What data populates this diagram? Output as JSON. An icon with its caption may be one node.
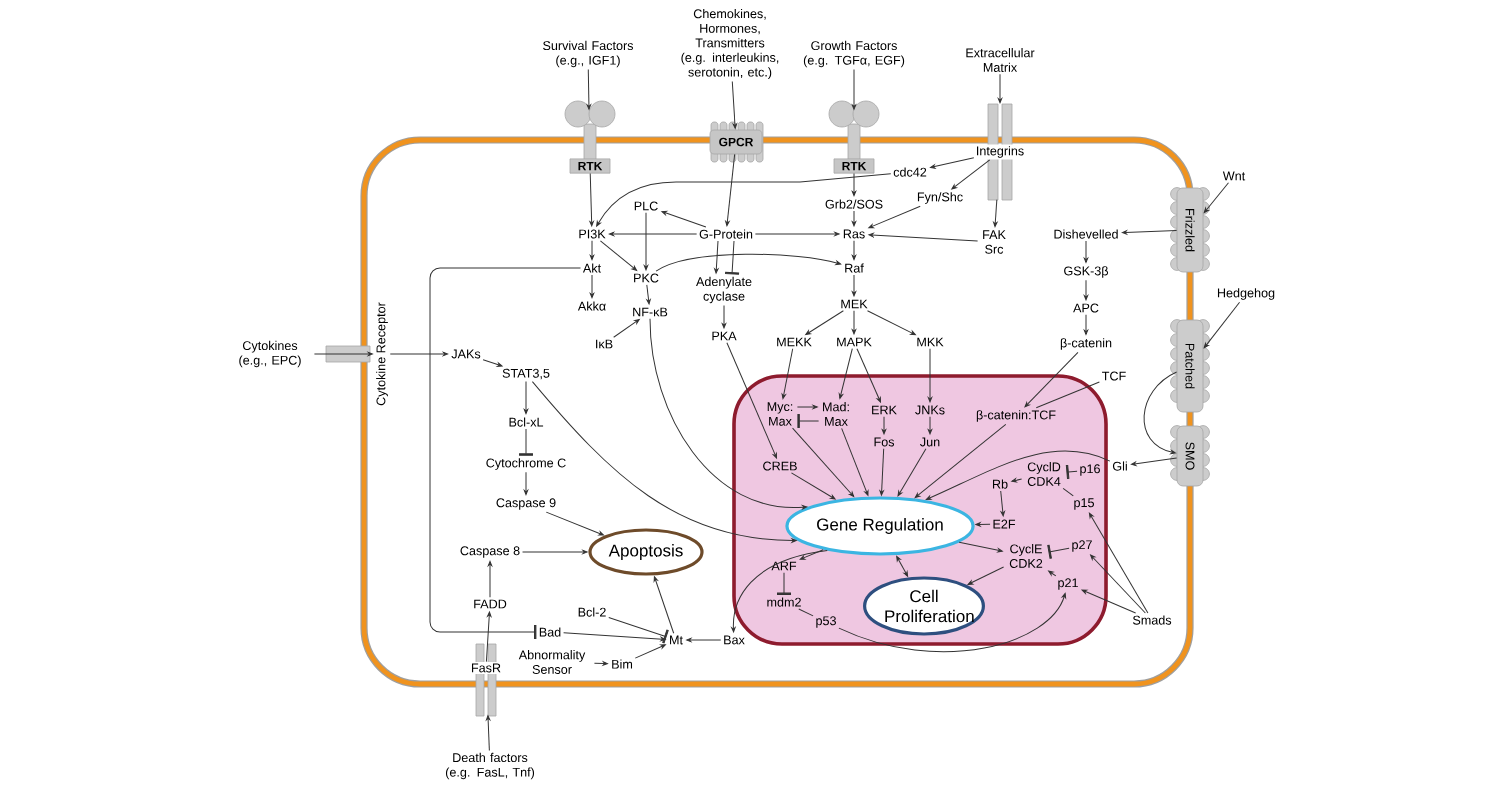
{
  "diagram": {
    "nodes": [
      {
        "text": [],
        "shape": "box"
      },
      {
        "text": [],
        "shape": "box",
        "in": 0
      },
      {
        "text": [
          "Survival Factors (e.g., IGF1)"
        ]
      },
      {
        "text": [
          "Chemokines, Hormones, Transmitters (e.g. interleukins, serotonin, etc.)"
        ]
      },
      {
        "text": [
          "Growth Factors (e.g. TGFα, EGF)"
        ]
      },
      {
        "text": [
          "Extracellular Matrix"
        ]
      },
      {
        "text": [
          "Wnt"
        ]
      },
      {
        "text": [
          "Hedgehog"
        ]
      },
      {
        "text": [
          "Cytokines (e.g., EPC)"
        ]
      },
      {
        "text": [
          "Death factors (e.g. FasL, Tnf)"
        ]
      },
      {
        "text": [
          "RTK"
        ]
      },
      {
        "text": [
          "GPCR"
        ]
      },
      {
        "text": [
          "RTK"
        ]
      },
      {
        "text": [
          "Integrins"
        ]
      },
      {
        "text": [
          "Frizzled"
        ]
      },
      {
        "text": [
          "Patched"
        ]
      },
      {
        "text": [
          "SMO"
        ]
      },
      {
        "text": [
          "Cytokine Receptor"
        ]
      },
      {
        "text": [
          "FasR"
        ]
      },
      {
        "text": [
          "cdc42"
        ],
        "in": 0
      },
      {
        "text": [
          "PLC"
        ],
        "in": 0
      },
      {
        "text": [
          "PI3K"
        ],
        "in": 0
      },
      {
        "text": [
          "G-Protein"
        ],
        "in": 0
      },
      {
        "text": [
          "Grb2/SOS"
        ],
        "in": 0
      },
      {
        "text": [
          "Fyn/Shc"
        ],
        "in": 0
      },
      {
        "text": [
          "Ras"
        ],
        "in": 0
      },
      {
        "text": [
          "FAK Src"
        ],
        "in": 0
      },
      {
        "text": [
          "Akt"
        ],
        "in": 0
      },
      {
        "text": [
          "PKC"
        ],
        "in": 0
      },
      {
        "text": [
          "Adenylate cyclase"
        ],
        "in": 0
      },
      {
        "text": [
          "Raf"
        ],
        "in": 0
      },
      {
        "text": [
          "Akkα"
        ],
        "in": 0
      },
      {
        "text": [
          "NF-κB"
        ],
        "in": 0
      },
      {
        "text": [
          "IκB"
        ],
        "in": 0
      },
      {
        "text": [
          "PKA"
        ],
        "in": 0
      },
      {
        "text": [
          "MEK"
        ],
        "in": 0
      },
      {
        "text": [
          "Dishevelled"
        ],
        "in": 0
      },
      {
        "text": [
          "GSK-3β"
        ],
        "in": 0
      },
      {
        "text": [
          "APC"
        ],
        "in": 0
      },
      {
        "text": [
          "β-catenin"
        ],
        "in": 0
      },
      {
        "text": [
          "MEKK"
        ],
        "in": 0
      },
      {
        "text": [
          "MAPK"
        ],
        "in": 0
      },
      {
        "text": [
          "MKK"
        ],
        "in": 0
      },
      {
        "text": [
          "TCF"
        ],
        "in": 0
      },
      {
        "text": [
          "JAKs"
        ],
        "in": 0
      },
      {
        "text": [
          "STAT3,5"
        ],
        "in": 0
      },
      {
        "text": [
          "Bcl-xL"
        ],
        "in": 0
      },
      {
        "text": [
          "Cytochrome C"
        ],
        "in": 0
      },
      {
        "text": [
          "Caspase 9"
        ],
        "in": 0
      },
      {
        "text": [
          "Caspase 8"
        ],
        "in": 0
      },
      {
        "text": [
          "Apoptosis"
        ],
        "in": 0
      },
      {
        "text": [
          "FADD"
        ],
        "in": 0
      },
      {
        "text": [
          "Bcl-2"
        ],
        "in": 0
      },
      {
        "text": [
          "Bad"
        ],
        "in": 0
      },
      {
        "text": [
          "Mt"
        ],
        "in": 0
      },
      {
        "text": [
          "Abnormality Sensor"
        ],
        "in": 0
      },
      {
        "text": [
          "Bim"
        ],
        "in": 0
      },
      {
        "text": [
          "Bax"
        ],
        "in": 0
      },
      {
        "text": [
          "Gli"
        ],
        "in": 0
      },
      {
        "text": [
          "Smads"
        ],
        "in": 0
      },
      {
        "text": [
          "Myc: Max"
        ],
        "in": 1
      },
      {
        "text": [
          "Mad: Max"
        ],
        "in": 1
      },
      {
        "text": [
          "ERK"
        ],
        "in": 1
      },
      {
        "text": [
          "JNKs"
        ],
        "in": 1
      },
      {
        "text": [
          "β-catenin:TCF"
        ],
        "in": 1
      },
      {
        "text": [
          "Fos"
        ],
        "in": 1
      },
      {
        "text": [
          "Jun"
        ],
        "in": 1
      },
      {
        "text": [
          "CREB"
        ],
        "in": 1
      },
      {
        "text": [
          "CyclD CDK4"
        ],
        "in": 1
      },
      {
        "text": [
          "p16"
        ],
        "in": 1
      },
      {
        "text": [
          "Rb"
        ],
        "in": 1
      },
      {
        "text": [
          "p15"
        ],
        "in": 1
      },
      {
        "text": [
          "Gene Regulation"
        ],
        "in": 1
      },
      {
        "text": [
          "E2F"
        ],
        "in": 1
      },
      {
        "text": [
          "CyclE CDK2"
        ],
        "in": 1
      },
      {
        "text": [
          "p27"
        ],
        "in": 1
      },
      {
        "text": [
          "ARF"
        ],
        "in": 1
      },
      {
        "text": [
          "p21"
        ],
        "in": 1
      },
      {
        "text": [
          "Cell Proliferation"
        ],
        "in": 1
      },
      {
        "text": [
          "mdm2"
        ],
        "in": 1
      },
      {
        "text": [
          "p53"
        ],
        "in": 1
      }
    ],
    "edges": [
      {
        "from": 2,
        "to": 10,
        "arrow": "to"
      },
      {
        "from": 3,
        "to": 11,
        "arrow": "to"
      },
      {
        "from": 4,
        "to": 12,
        "arrow": "to"
      },
      {
        "from": 5,
        "to": 13,
        "arrow": "to"
      },
      {
        "from": 6,
        "to": 14,
        "arrow": "to"
      },
      {
        "from": 7,
        "to": 15,
        "arrow": "to"
      },
      {
        "from": 8,
        "to": 17,
        "arrow": "to"
      },
      {
        "from": 9,
        "to": 18,
        "arrow": "to"
      },
      {
        "from": 17,
        "to": 44,
        "arrow": "to"
      },
      {
        "from": 44,
        "to": 45,
        "arrow": "to"
      },
      {
        "from": 10,
        "to": 21,
        "arrow": "to"
      },
      {
        "from": 11,
        "to": 22,
        "arrow": "to"
      },
      {
        "from": 22,
        "to": 20,
        "arrow": "to"
      },
      {
        "from": 22,
        "to": 21,
        "arrow": "to"
      },
      {
        "from": 20,
        "to": 28,
        "arrow": "to"
      },
      {
        "from": 21,
        "to": 28,
        "arrow": "to"
      },
      {
        "from": 21,
        "to": 27,
        "arrow": "to"
      },
      {
        "from": 27,
        "to": 31,
        "arrow": "to"
      },
      {
        "from": 28,
        "to": 32,
        "arrow": "to"
      },
      {
        "from": 33,
        "to": 32,
        "arrow": "to"
      },
      {
        "from": 22,
        "to": 29,
        "arrow": "to"
      },
      {
        "from": 22,
        "to": 29,
        "arrow": "other"
      },
      {
        "from": 29,
        "to": 34,
        "arrow": "to"
      },
      {
        "from": 28,
        "to": 30,
        "arrow": "to"
      },
      {
        "from": 22,
        "to": 25,
        "arrow": "to"
      },
      {
        "from": 12,
        "to": 23,
        "arrow": "to"
      },
      {
        "from": 23,
        "to": 25,
        "arrow": "to"
      },
      {
        "from": 13,
        "to": 19,
        "arrow": "to"
      },
      {
        "from": 19,
        "to": 21,
        "arrow": "to"
      },
      {
        "from": 13,
        "to": 24,
        "arrow": "to"
      },
      {
        "from": 24,
        "to": 25,
        "arrow": "to"
      },
      {
        "from": 13,
        "to": 26,
        "arrow": "to"
      },
      {
        "from": 26,
        "to": 25,
        "arrow": "to"
      },
      {
        "from": 25,
        "to": 30,
        "arrow": "to"
      },
      {
        "from": 30,
        "to": 35,
        "arrow": "to"
      },
      {
        "from": 35,
        "to": 40,
        "arrow": "to"
      },
      {
        "from": 35,
        "to": 41,
        "arrow": "to"
      },
      {
        "from": 35,
        "to": 42,
        "arrow": "to"
      },
      {
        "from": 40,
        "to": 60,
        "arrow": "to"
      },
      {
        "from": 41,
        "to": 61,
        "arrow": "to"
      },
      {
        "from": 41,
        "to": 62,
        "arrow": "to"
      },
      {
        "from": 42,
        "to": 63,
        "arrow": "to"
      },
      {
        "from": 62,
        "to": 65,
        "arrow": "to"
      },
      {
        "from": 63,
        "to": 66,
        "arrow": "to"
      },
      {
        "from": 14,
        "to": 36,
        "arrow": "to"
      },
      {
        "from": 36,
        "to": 37,
        "arrow": "to"
      },
      {
        "from": 37,
        "to": 38,
        "arrow": "to"
      },
      {
        "from": 38,
        "to": 39,
        "arrow": "to"
      },
      {
        "from": 39,
        "to": 64,
        "arrow": "to"
      },
      {
        "from": 43,
        "to": 64,
        "arrow": "none"
      },
      {
        "from": 15,
        "to": 16,
        "arrow": "to"
      },
      {
        "from": 16,
        "to": 58,
        "arrow": "to"
      },
      {
        "from": 58,
        "to": 72,
        "arrow": "to"
      },
      {
        "from": 60,
        "to": 72,
        "arrow": "to"
      },
      {
        "from": 61,
        "to": 72,
        "arrow": "to"
      },
      {
        "from": 65,
        "to": 72,
        "arrow": "to"
      },
      {
        "from": 66,
        "to": 72,
        "arrow": "to"
      },
      {
        "from": 67,
        "to": 72,
        "arrow": "to"
      },
      {
        "from": 64,
        "to": 72,
        "arrow": "to"
      },
      {
        "from": 73,
        "to": 72,
        "arrow": "to"
      },
      {
        "from": 34,
        "to": 67,
        "arrow": "to"
      },
      {
        "from": 32,
        "to": 72,
        "arrow": "to"
      },
      {
        "from": 45,
        "to": 72,
        "arrow": "to"
      },
      {
        "from": 27,
        "to": 53,
        "arrow": "other"
      },
      {
        "from": 45,
        "to": 46,
        "arrow": "to"
      },
      {
        "from": 46,
        "to": 47,
        "arrow": "other"
      },
      {
        "from": 47,
        "to": 48,
        "arrow": "to"
      },
      {
        "from": 48,
        "to": 50,
        "arrow": "to"
      },
      {
        "from": 49,
        "to": 50,
        "arrow": "to"
      },
      {
        "from": 51,
        "to": 49,
        "arrow": "to"
      },
      {
        "from": 18,
        "to": 51,
        "arrow": "to"
      },
      {
        "from": 52,
        "to": 54,
        "arrow": "other"
      },
      {
        "from": 53,
        "to": 54,
        "arrow": "to"
      },
      {
        "from": 54,
        "to": 50,
        "arrow": "to"
      },
      {
        "from": 55,
        "to": 56,
        "arrow": "to"
      },
      {
        "from": 56,
        "to": 54,
        "arrow": "to"
      },
      {
        "from": 57,
        "to": 54,
        "arrow": "to"
      },
      {
        "from": 72,
        "to": 57,
        "arrow": "to"
      },
      {
        "from": 72,
        "to": 76,
        "arrow": "to"
      },
      {
        "from": 76,
        "to": 79,
        "arrow": "other"
      },
      {
        "from": 79,
        "to": 80,
        "arrow": "none"
      },
      {
        "from": 80,
        "to": 77,
        "arrow": "to"
      },
      {
        "from": 72,
        "to": 78,
        "arrow": "both"
      },
      {
        "from": 72,
        "to": 74,
        "arrow": "to"
      },
      {
        "from": 74,
        "to": 78,
        "arrow": "to"
      },
      {
        "from": 75,
        "to": 74,
        "arrow": "other"
      },
      {
        "from": 77,
        "to": 74,
        "arrow": "to"
      },
      {
        "from": 69,
        "to": 68,
        "arrow": "other"
      },
      {
        "from": 71,
        "to": 68,
        "arrow": "none"
      },
      {
        "from": 68,
        "to": 70,
        "arrow": "to"
      },
      {
        "from": 70,
        "to": 73,
        "arrow": "to"
      },
      {
        "from": 59,
        "to": 71,
        "arrow": "to"
      },
      {
        "from": 59,
        "to": 75,
        "arrow": "to"
      },
      {
        "from": 59,
        "to": 77,
        "arrow": "to"
      },
      {
        "from": 60,
        "to": 61,
        "arrow": "to"
      },
      {
        "from": 61,
        "to": 60,
        "arrow": "other"
      }
    ]
  }
}
